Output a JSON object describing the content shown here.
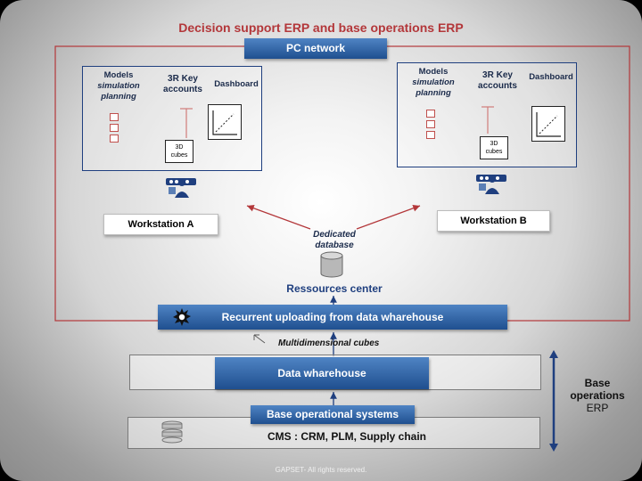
{
  "title": "Decision support ERP and base operations ERP",
  "pc_network": "PC network",
  "workstation_a": {
    "models": "Models",
    "models_sub1": "simulation",
    "models_sub2": "planning",
    "key_accounts_1": "3R Key",
    "key_accounts_2": "accounts",
    "dashboard": "Dashboard",
    "cube_1": "3D",
    "cube_2": "cubes",
    "label": "Workstation  A"
  },
  "workstation_b": {
    "models": "Models",
    "models_sub1": "simulation",
    "models_sub2": "planning",
    "key_accounts_1": "3R Key",
    "key_accounts_2": "accounts",
    "dashboard": "Dashboard",
    "cube_1": "3D",
    "cube_2": "cubes",
    "label": "Workstation  B"
  },
  "dedicated_db_1": "Dedicated",
  "dedicated_db_2": "database",
  "resources_center": "Ressources center",
  "recurrent_uploading": "Recurrent  uploading  from  data wharehouse",
  "multidimensional_cubes": "Multidimensional cubes",
  "data_warehouse": "Data  wharehouse",
  "base_operational_systems": "Base operational  systems",
  "cms_line": "CMS  : CRM, PLM, Supply chain",
  "base_operations_1": "Base",
  "base_operations_2": "operations",
  "base_operations_3": "ERP",
  "footer": "GAPSET- All rights reserved.",
  "colors": {
    "red": "#b3373a",
    "blue_bar": "#2b5fa3",
    "frame_blue": "#1f3f7f"
  }
}
